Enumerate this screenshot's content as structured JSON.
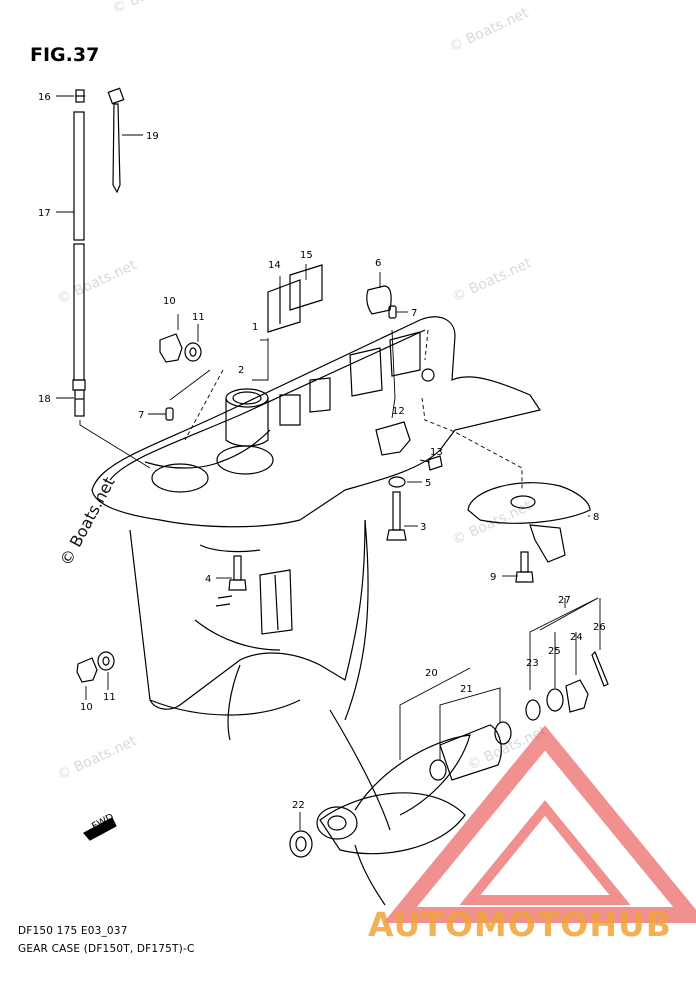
{
  "figure_title": "FIG.37",
  "watermark_text": "© Boats.net",
  "brand_logo_text": "AUTOMOTOHUB",
  "fwd_label": "FWD",
  "footer": {
    "code": "DF150 175 E03_037",
    "caption": "GEAR CASE (DF150T, DF175T)-C"
  },
  "callouts": [
    "1",
    "2",
    "3",
    "4",
    "5",
    "6",
    "7",
    "7",
    "8",
    "9",
    "10",
    "10",
    "11",
    "11",
    "12",
    "13",
    "14",
    "15",
    "16",
    "17",
    "18",
    "19",
    "20",
    "21",
    "22",
    "23",
    "24",
    "25",
    "26",
    "27"
  ],
  "colors": {
    "line": "#000000",
    "watermark": "#d9d9d9",
    "logo_red": "#e53935",
    "logo_orange": "#f0a33a"
  }
}
